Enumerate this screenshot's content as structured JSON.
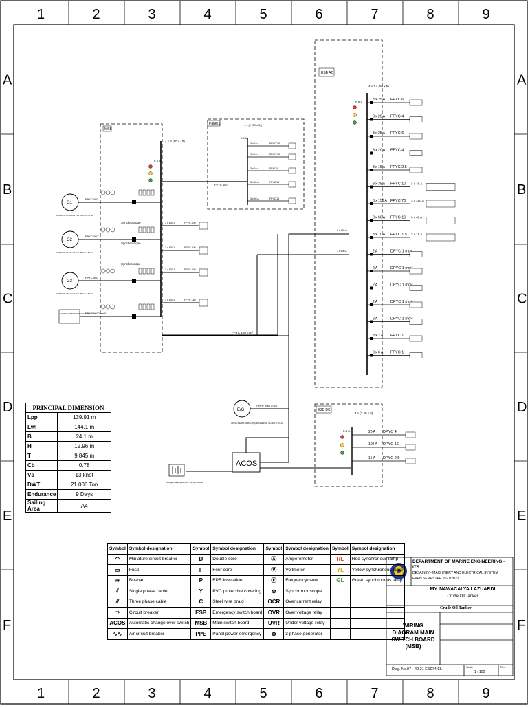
{
  "grid": {
    "cols": [
      "1",
      "2",
      "3",
      "4",
      "5",
      "6",
      "7",
      "8",
      "9"
    ],
    "rows": [
      "A",
      "B",
      "C",
      "D",
      "E",
      "F"
    ]
  },
  "labels": {
    "msb": "MSB",
    "panel1": "Panel 1",
    "esb_ac": "ESB AC",
    "esb_dc": "ESB DC",
    "acos": "ACOS",
    "synchroscope": "Synchroscope",
    "g1": "G1",
    "g2": "G2",
    "g3": "G3",
    "eg": "E/G",
    "gen_spec": "CUMMINS KTA38-G4 &#8203;kVA 1500 rpm 50 Hz",
    "shore": "SHORE CONNECTION 440 V AC 3 50 Hz",
    "eg_spec": "VOLVO PENTA D13MG (PE) 400 kW 1500 rpm 440 V 50 Hz",
    "battery": "Charger Battery 24 VDC 300 Ah 24 Unit",
    "fpyc400": "FPYC 400",
    "fpyc120": "FPYC 120 mm²",
    "fpyc300": "FPYC 300 mm²",
    "fpyc1000": "FPYC 1000 mm²",
    "busbar_top": "4 x 2 (50 x 10)",
    "esb_busbar": "4 x 2 x (50 x 5)",
    "esbdc_busbar": "4 x (2 20 x 5)",
    "panel_busbar": "4 x (2 (50 x 5))",
    "a55": "5.5 A",
    "a05": "0.5 A",
    "a800": "3 x 800 A",
    "a400": "3 x 400 A",
    "a600": "3 x 600 A"
  },
  "panel_circuits": [
    {
      "cb": "3 x 10 A",
      "cable": "FPYC 1.5"
    },
    {
      "cb": "3 x 10 A",
      "cable": "FPYC 1.5"
    },
    {
      "cb": "3 x 10 A",
      "cable": "FPYC 4"
    },
    {
      "cb": "3 x 30 A",
      "cable": "FPYC 16"
    },
    {
      "cb": "3 x 40 A",
      "cable": "FPYC 16"
    }
  ],
  "msb_feeders": [
    {
      "cb": "3 x 800 A",
      "cable": "FPYC 400"
    },
    {
      "cb": "3 x 800 A",
      "cable": "FPYC 400"
    },
    {
      "cb": "3 x 800 A",
      "cable": "FPYC 400"
    },
    {
      "cb": "3 x 800 A",
      "cable": "FPYC 185"
    }
  ],
  "esb_ac_circuits": [
    {
      "cb": "3 x 25 A",
      "cable": "FPYC 6"
    },
    {
      "cb": "3 x 20 A",
      "cable": "FPYC 4"
    },
    {
      "cb": "3 x 25 A",
      "cable": "FPYC 6"
    },
    {
      "cb": "3 x 20 A",
      "cable": "FPYC 4"
    },
    {
      "cb": "3 x 15 A",
      "cable": "FPYC 2.5"
    },
    {
      "cb": "3 x 35 A",
      "cable": "FPYC 10",
      "tr": "3 x 40 A"
    },
    {
      "cb": "3 x 150 A",
      "cable": "FPYC 70",
      "tr": "3 x 200 A"
    },
    {
      "cb": "3 x 60 A",
      "cable": "FPYC 16",
      "tr": "3 x 40 A"
    },
    {
      "cb": "3 x 10 A",
      "cable": "FPYC 1.5",
      "tr": "3 x 15 A"
    },
    {
      "cb": "2 A",
      "cable": "DPYC 1 mm²"
    },
    {
      "cb": "2 A",
      "cable": "DPYC 1 mm²"
    },
    {
      "cb": "2 A",
      "cable": "DPYC 1 mm²"
    },
    {
      "cb": "2 A",
      "cable": "DPYC 1 mm²"
    },
    {
      "cb": "2 A",
      "cable": "DPYC 1 mm²"
    },
    {
      "cb": "3 x 2 A",
      "cable": "FPYC 1"
    },
    {
      "cb": "3 x 6 A",
      "cable": "FPYC 1"
    }
  ],
  "esb_dc_circuits": [
    {
      "cb": "20 A",
      "cable": "DPYC 4"
    },
    {
      "cb": "100 A",
      "cable": "DPYC 16"
    },
    {
      "cb": "15 A",
      "cable": "DPYC 2.5"
    }
  ],
  "principal": {
    "title": "PRINCIPAL DIMENSION",
    "rows": [
      {
        "k": "Lpp",
        "v": "139.91 m"
      },
      {
        "k": "Lwl",
        "v": "144.1 m"
      },
      {
        "k": "B",
        "v": "24.1 m"
      },
      {
        "k": "H",
        "v": "12.96 m"
      },
      {
        "k": "T",
        "v": "9.845 m"
      },
      {
        "k": "Cb",
        "v": "0.78"
      },
      {
        "k": "Vs",
        "v": "13 knot"
      },
      {
        "k": "DWT",
        "v": "21.000 Ton"
      },
      {
        "k": "Endurance",
        "v": "9 Days"
      },
      {
        "k": "Sailing Area",
        "v": "A4"
      }
    ]
  },
  "symbols": {
    "h_symbol": "Symbol",
    "h_desig": "Symbol designation",
    "rows": [
      [
        "◠",
        "Miniature circuit breaker",
        "D",
        "Double core",
        "Ⓐ",
        "Amperemeter",
        "RL",
        "Red synchronous lamp"
      ],
      [
        "▭",
        "Fuse",
        "F",
        "Four core",
        "Ⓥ",
        "Voltmeter",
        "YL",
        "Yellow synchronous lamp"
      ],
      [
        "≋",
        "Busbar",
        "P",
        "EPR insulation",
        "Ⓕ",
        "Frequencymeter",
        "GL",
        "Green synchronous lamp"
      ],
      [
        "⫽",
        "Single phase cable",
        "Y",
        "PVC protective covering",
        "⊛",
        "Synchronouscope",
        "",
        ""
      ],
      [
        "⫻",
        "Three phase cable",
        "C",
        "Steel wire braid",
        "OCR",
        "Over current relay",
        "",
        ""
      ],
      [
        "⤳",
        "Circuit breaker",
        "ESB",
        "Emergency switch board",
        "OVR",
        "Over voltage relay",
        "",
        ""
      ],
      [
        "ACOS",
        "Automatic change over switch",
        "MSB",
        "Main switch board",
        "UVR",
        "Under voltage relay",
        "",
        ""
      ],
      [
        "∿∿",
        "Air circuit breaker",
        "PPE",
        "Panel power emergency",
        "⊜",
        "3 phase generator",
        "",
        ""
      ]
    ]
  },
  "title_block": {
    "dept": "DEPARTMENT OF MARINE ENGINEERING - ITS",
    "course": "DESAIN IV - MACHINERY AND ELECTRICAL SYSTEM",
    "semester": "EVEN SEMESTER 2021/2022",
    "designer": "MY. NAWACALYA LAZUARDI",
    "ship": "Crude Oil Tanker",
    "drawing": "WIRING DIAGRAM MAIN SWITCH BOARD (MSB)",
    "dwg_label": "Dwg. No.",
    "dwg_no": "07 - 42 21 ES074 EL",
    "scale_label": "Scale",
    "scale": "1 : 100",
    "rev_label": "Rev."
  },
  "colors": {
    "red": "#e53935",
    "yellow": "#fdd835",
    "green": "#43a047"
  }
}
